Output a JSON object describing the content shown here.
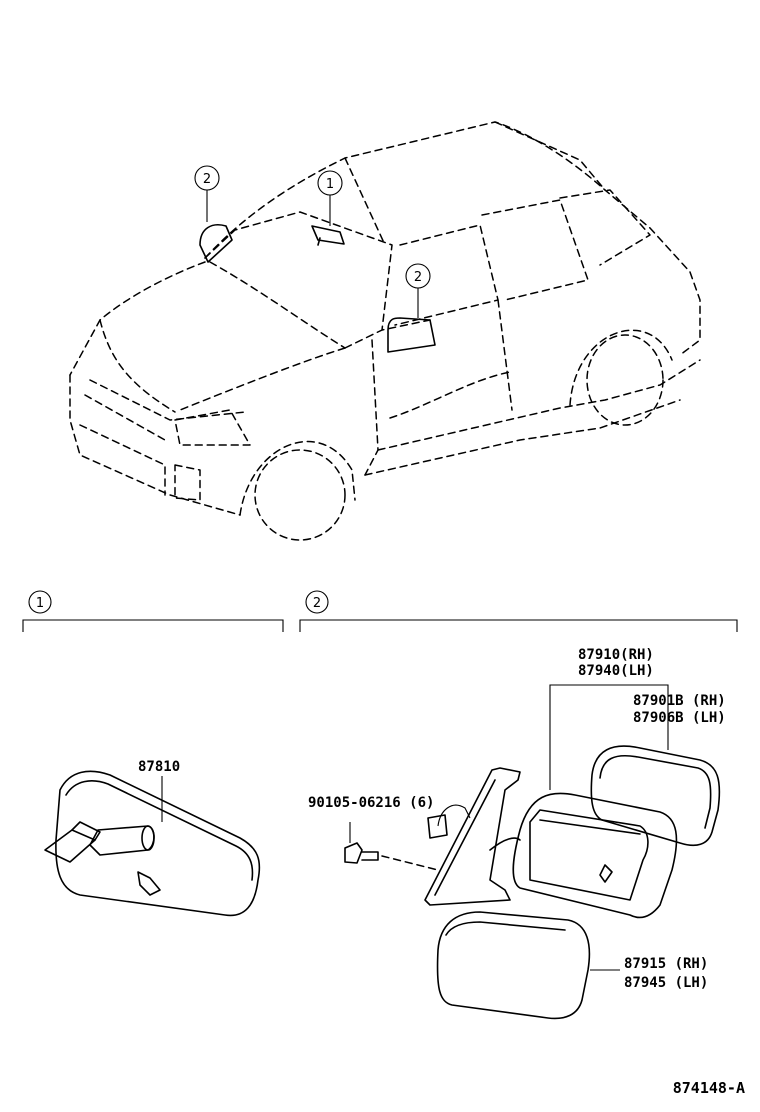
{
  "callouts": {
    "c1_car": "1",
    "c2_car_left": "2",
    "c2_car_right": "2",
    "section1": "1",
    "section2": "2"
  },
  "parts": {
    "inner_mirror": "87810",
    "bolt": "90105-06216 (6)",
    "mirror_assy_rh": "87910(RH)",
    "mirror_assy_lh": "87940(LH)",
    "mirror_glass_rh": "87901B (RH)",
    "mirror_glass_lh": "87906B (LH)",
    "cover_rh": "87915 (RH)",
    "cover_lh": "87945 (LH)"
  },
  "diagram_ref": "874148-A"
}
